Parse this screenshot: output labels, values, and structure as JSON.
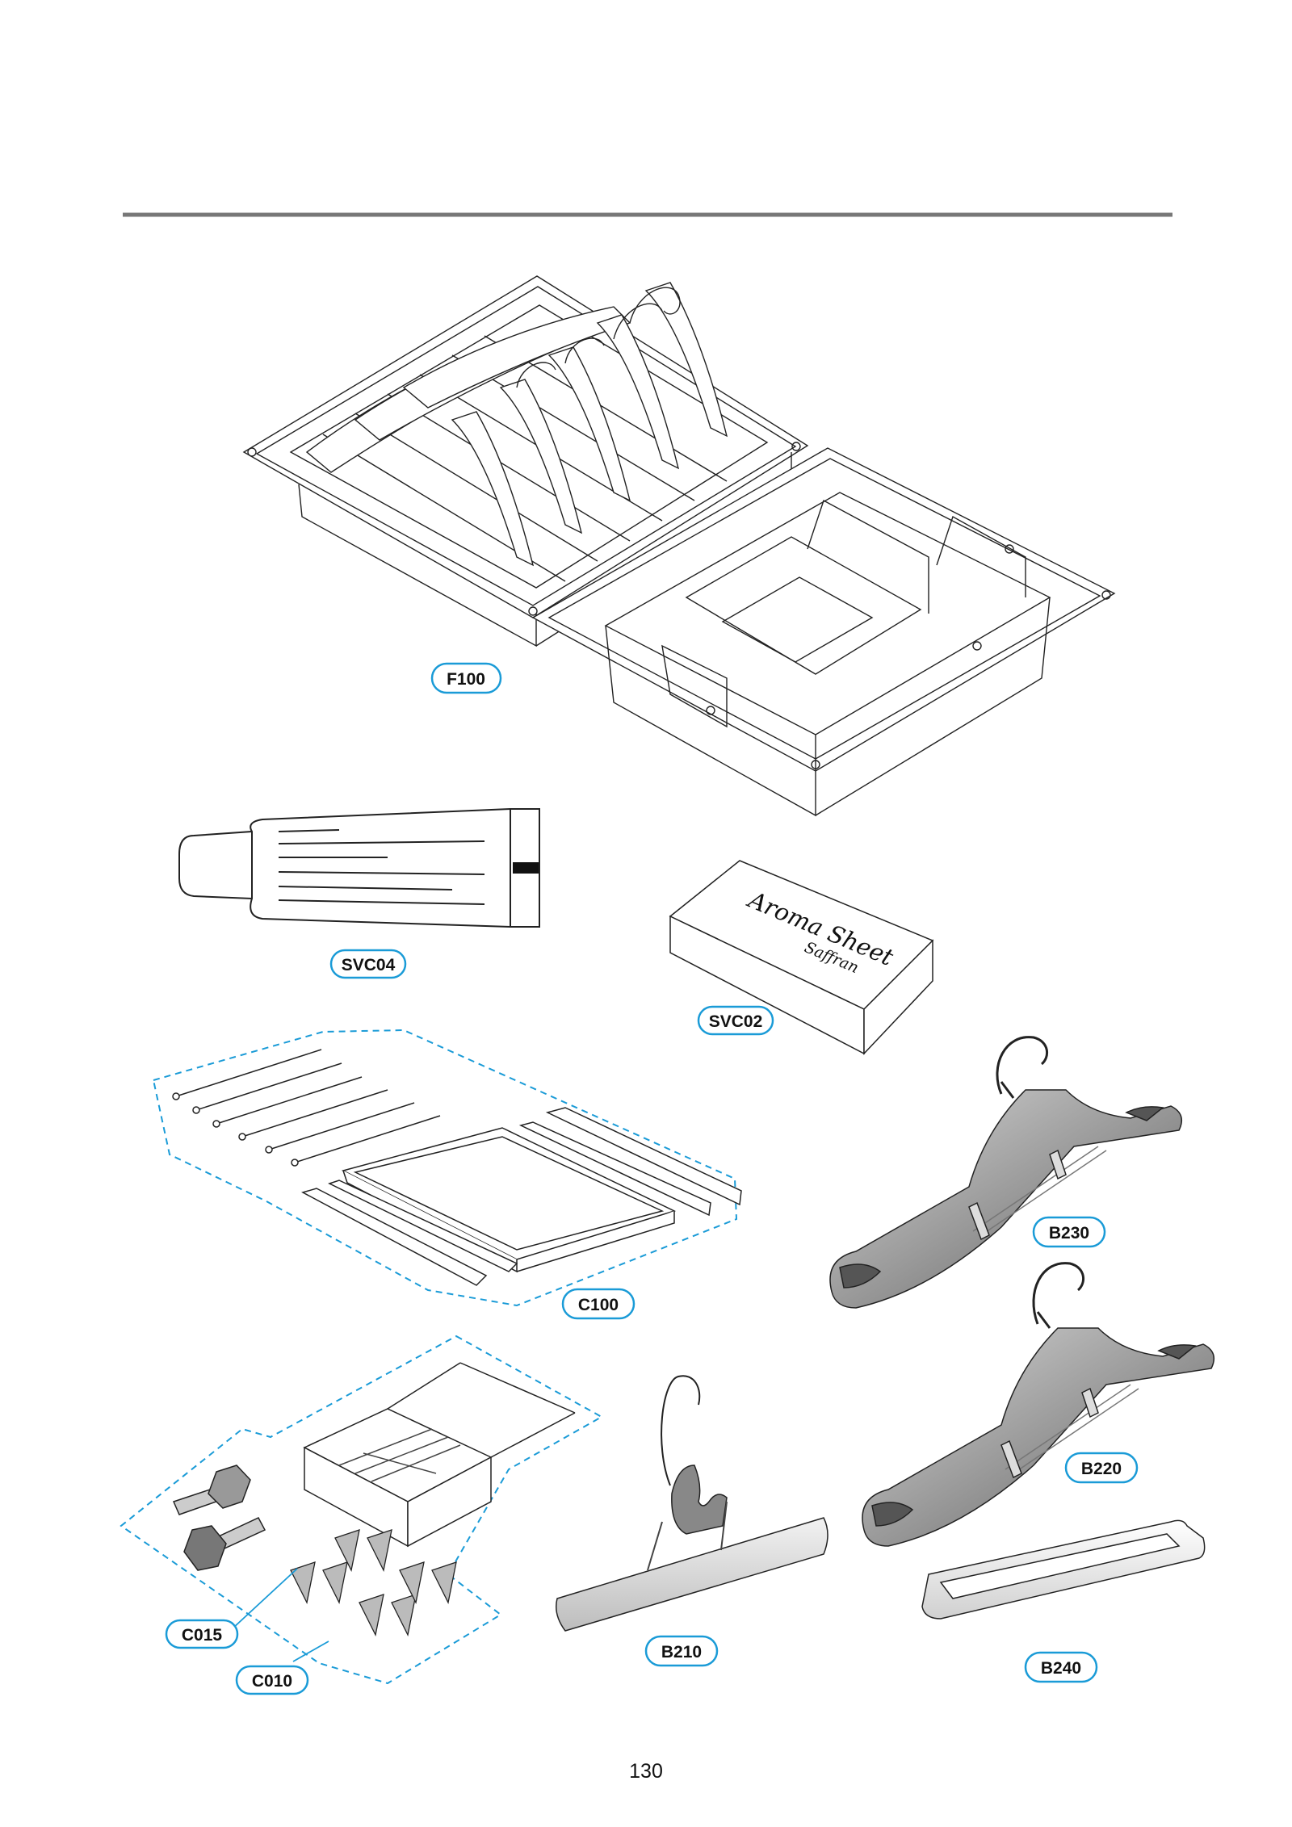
{
  "diagram": {
    "callouts": {
      "f100": "F100",
      "svc04": "SVC04",
      "svc02": "SVC02",
      "c100": "C100",
      "b230": "B230",
      "b220": "B220",
      "c015": "C015",
      "c010": "C010",
      "b210": "B210",
      "b240": "B240"
    },
    "aroma_sheet": {
      "title": "Aroma Sheet",
      "subtitle": "Saffran"
    },
    "page_number": "130",
    "colors": {
      "callout_border": "#1a9bd7",
      "dashed_outline": "#1a9bd7",
      "rule": "#777777",
      "line_art": "#222222"
    }
  }
}
